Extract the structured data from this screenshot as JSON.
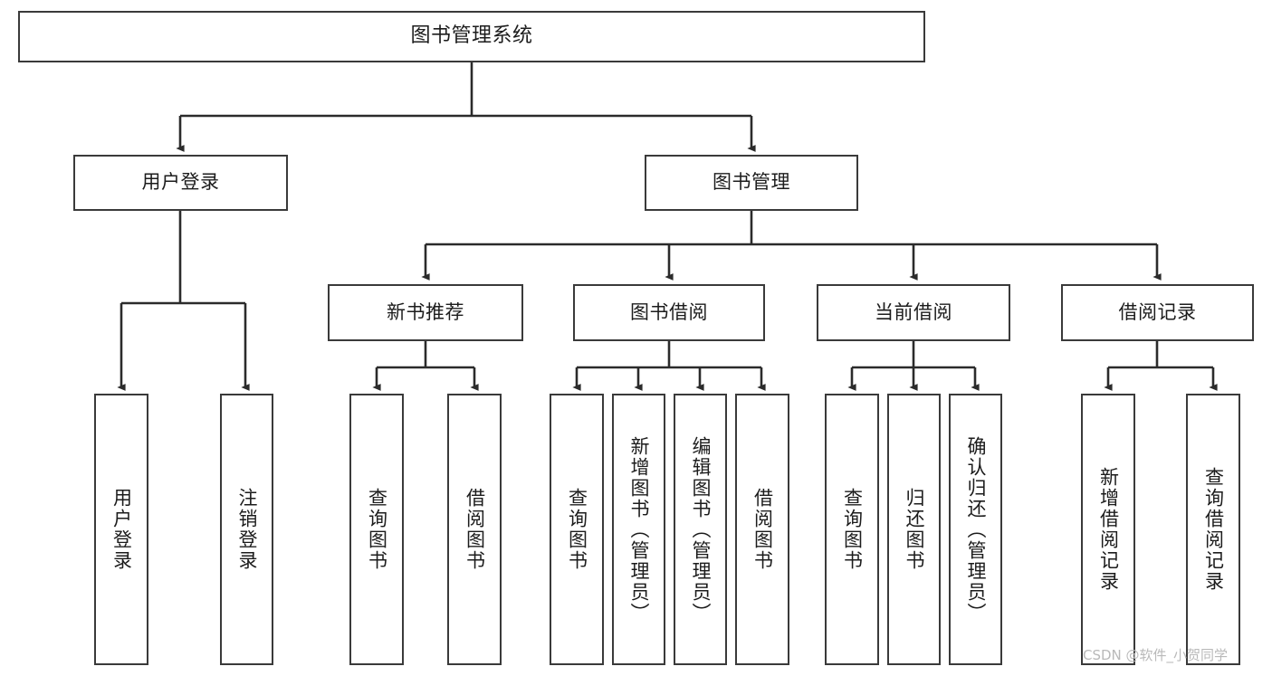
{
  "diagram": {
    "title": "图书管理系统",
    "type": "hierarchy-tree",
    "root": {
      "id": "root",
      "label": "图书管理系统"
    },
    "level2": [
      {
        "id": "user-login",
        "label": "用户登录"
      },
      {
        "id": "book-manage",
        "label": "图书管理"
      }
    ],
    "level3": [
      {
        "id": "new-book-recommend",
        "label": "新书推荐"
      },
      {
        "id": "book-borrow",
        "label": "图书借阅"
      },
      {
        "id": "current-borrow",
        "label": "当前借阅"
      },
      {
        "id": "borrow-record",
        "label": "借阅记录"
      }
    ],
    "leaves": {
      "user_login": [
        {
          "id": "leaf-user-login",
          "label": "用户登录"
        },
        {
          "id": "leaf-logout",
          "label": "注销登录"
        }
      ],
      "new_book_recommend": [
        {
          "id": "leaf-query-book-1",
          "label": "查询图书"
        },
        {
          "id": "leaf-borrow-book-1",
          "label": "借阅图书"
        }
      ],
      "book_borrow": [
        {
          "id": "leaf-query-book-2",
          "label": "查询图书"
        },
        {
          "id": "leaf-add-book",
          "label": "新增图书（管理员）"
        },
        {
          "id": "leaf-edit-book",
          "label": "编辑图书（管理员）"
        },
        {
          "id": "leaf-borrow-book-2",
          "label": "借阅图书"
        }
      ],
      "current_borrow": [
        {
          "id": "leaf-query-book-3",
          "label": "查询图书"
        },
        {
          "id": "leaf-return-book",
          "label": "归还图书"
        },
        {
          "id": "leaf-confirm-return",
          "label": "确认归还（管理员）"
        }
      ],
      "borrow_record": [
        {
          "id": "leaf-add-record",
          "label": "新增借阅记录"
        },
        {
          "id": "leaf-query-record",
          "label": "查询借阅记录"
        }
      ]
    }
  },
  "watermark": {
    "text": "CSDN @软件_小贺同学"
  },
  "colors": {
    "background": "#ffffff",
    "box_border": "#3a3a3a",
    "connector": "#2b2b2b",
    "text": "#1c1c1c",
    "watermark": "#b9b9b9"
  }
}
